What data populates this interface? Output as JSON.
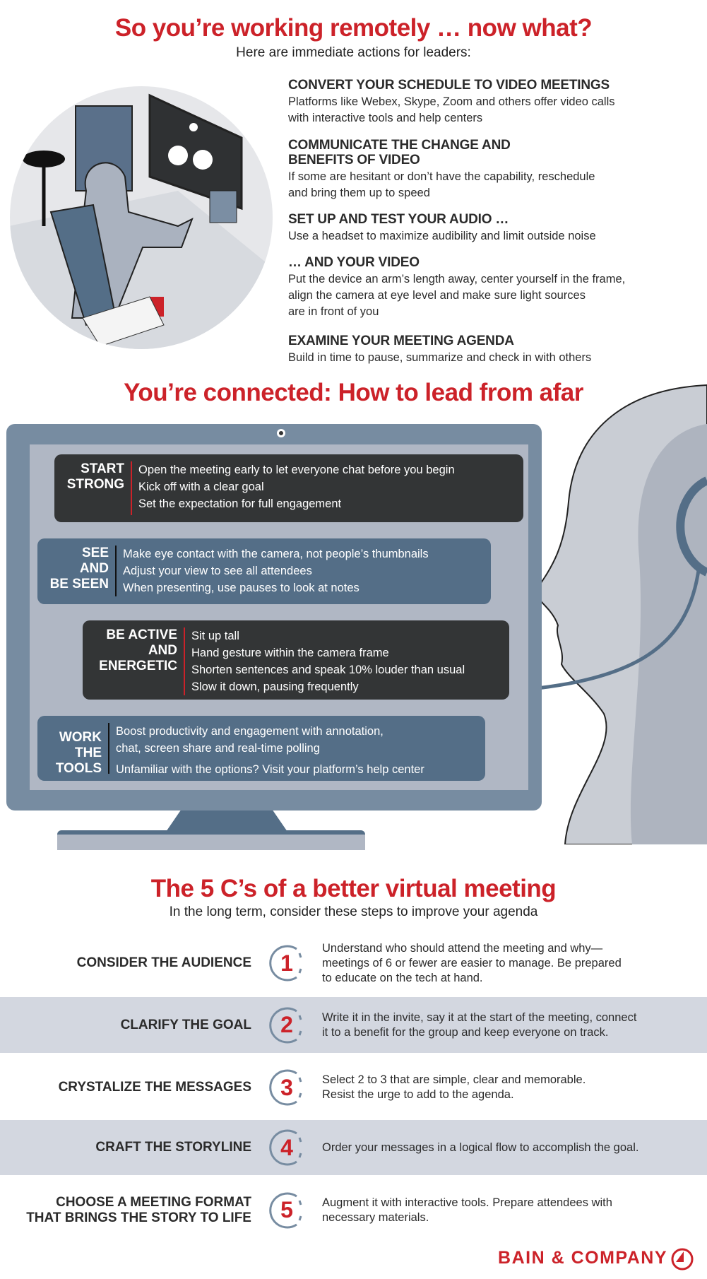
{
  "header": {
    "title": "So you’re working remotely … now what?",
    "subtitle": "Here are immediate actions for leaders:"
  },
  "actions": [
    {
      "heading": "CONVERT YOUR SCHEDULE TO VIDEO MEETINGS",
      "body": [
        "Platforms like Webex, Skype, Zoom and others offer video calls",
        "with interactive tools and help centers"
      ]
    },
    {
      "heading": [
        "COMMUNICATE THE CHANGE AND",
        "BENEFITS OF VIDEO"
      ],
      "body": [
        "If some are hesitant or don’t have the capability, reschedule",
        "and bring them up to speed"
      ]
    },
    {
      "heading": "SET UP AND TEST YOUR AUDIO …",
      "body": [
        "Use a headset to maximize audibility and limit outside noise"
      ]
    },
    {
      "heading": "… AND YOUR VIDEO",
      "body": [
        "Put the device an arm’s length away, center yourself in the frame,",
        "align the camera at eye level and make sure light sources",
        "are in front of you"
      ]
    },
    {
      "heading": "EXAMINE YOUR MEETING AGENDA",
      "body": [
        "Build in time to pause, summarize and check in with others"
      ]
    }
  ],
  "lead": {
    "title": "You’re connected: How to lead from afar",
    "boxes": [
      {
        "label": [
          "START",
          "STRONG"
        ],
        "items": [
          "Open the meeting early to let everyone chat before you begin",
          "Kick off with a clear goal",
          "Set the expectation for full engagement"
        ]
      },
      {
        "label": [
          "SEE",
          "AND",
          "BE SEEN"
        ],
        "items": [
          "Make eye contact with the camera, not people’s thumbnails",
          "Adjust your view to see all attendees",
          "When presenting, use pauses to look at notes"
        ]
      },
      {
        "label": [
          "BE ACTIVE",
          "AND",
          "ENERGETIC"
        ],
        "items": [
          "Sit up tall",
          "Hand gesture within the camera frame",
          "Shorten sentences and speak 10% louder than usual",
          "Slow it down, pausing frequently"
        ]
      },
      {
        "label": [
          "WORK",
          "THE",
          "TOOLS"
        ],
        "items": [
          "Boost productivity and engagement with annotation,",
          "chat, screen share and real-time polling",
          "Unfamiliar with the options? Visit your platform’s help center"
        ]
      }
    ]
  },
  "five_cs": {
    "title": "The 5 C’s of a better virtual meeting",
    "subtitle": "In the long term, consider these steps to improve your agenda",
    "rows": [
      {
        "label": [
          "CONSIDER THE AUDIENCE"
        ],
        "number": "1",
        "desc": [
          "Understand who should attend the meeting and why—",
          "meetings of 6 or fewer are easier to manage. Be prepared",
          "to educate on the tech at hand."
        ]
      },
      {
        "label": [
          "CLARIFY THE GOAL"
        ],
        "number": "2",
        "desc": [
          "Write it in the invite, say it at the start of the meeting, connect",
          "it to a benefit for the group and keep everyone on track."
        ]
      },
      {
        "label": [
          "CRYSTALIZE THE MESSAGES"
        ],
        "number": "3",
        "desc": [
          "Select 2 to 3 that are simple, clear and memorable.",
          "Resist the urge to add to the agenda."
        ]
      },
      {
        "label": [
          "CRAFT THE STORYLINE"
        ],
        "number": "4",
        "desc": [
          "Order your messages in a logical flow to accomplish the goal."
        ]
      },
      {
        "label": [
          "CHOOSE A MEETING FORMAT",
          "THAT BRINGS THE STORY TO LIFE"
        ],
        "number": "5",
        "desc": [
          "Augment it with interactive tools. Prepare attendees with",
          "necessary materials."
        ]
      }
    ]
  },
  "footer": {
    "logo": "BAIN & COMPANY"
  },
  "colors": {
    "accent": "#cc2229",
    "dark_box": "#333536",
    "blue_box": "#546e87",
    "screen": "#b0b7c4",
    "frame": "#778ca1",
    "row_shade": "#d3d7e0"
  }
}
